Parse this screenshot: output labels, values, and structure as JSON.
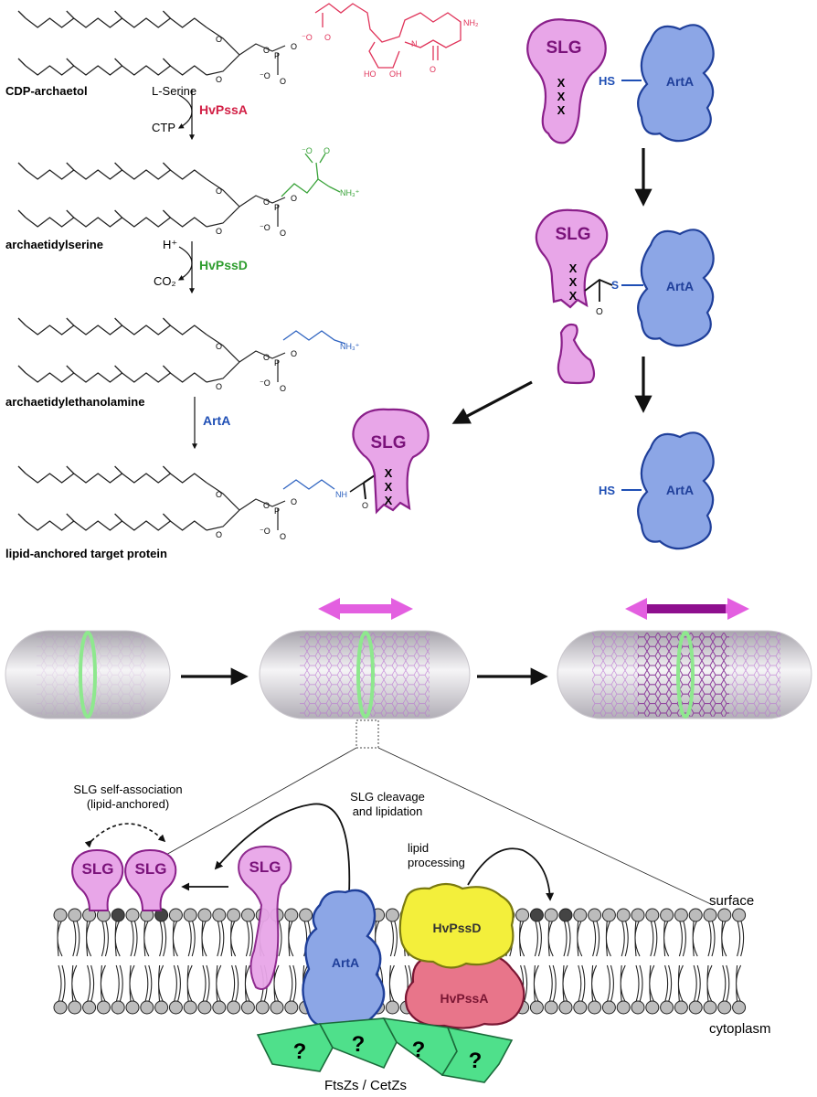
{
  "pathway": {
    "compounds": [
      "CDP-archaetol",
      "archaetidylserine",
      "archaetidylethanolamine",
      "lipid-anchored target protein"
    ],
    "steps": [
      {
        "substrate": "L-Serine",
        "byproduct": "CTP",
        "enzyme": "HvPssA",
        "color": "#d21f45"
      },
      {
        "substrate": "H⁺",
        "byproduct": "CO₂",
        "enzyme": "HvPssD",
        "color": "#2e9d2e"
      },
      {
        "substrate": "",
        "byproduct": "",
        "enzyme": "ArtA",
        "color": "#1f4fb5"
      }
    ],
    "headgroups": {
      "serine_amine": "NH₃⁺",
      "ethanolamine_amine": "NH₃⁺",
      "amide": "NH",
      "cytidine_amine": "NH₂",
      "ho": "HO",
      "oh": "OH"
    }
  },
  "reaction": {
    "slg": "SLG",
    "arta": "ArtA",
    "thiol": "HS",
    "thioester_s": "S",
    "motif": "XXX"
  },
  "cells": {
    "count": 3
  },
  "membrane": {
    "labels": {
      "self_association_1": "SLG self-association",
      "self_association_2": "(lipid-anchored)",
      "cleavage_1": "SLG cleavage",
      "cleavage_2": "and lipidation",
      "lipid_1": "lipid",
      "lipid_2": "processing",
      "surface": "surface",
      "cytoplasm": "cytoplasm",
      "filaments": "FtsZs / CetZs"
    },
    "proteins": {
      "slg": "SLG",
      "arta": "ArtA",
      "pssd": "HvPssD",
      "pssa": "HvPssA"
    },
    "question": "?",
    "colors": {
      "slg": "#e7a6e7",
      "arta": "#8ca6e6",
      "pssd": "#f3ef3b",
      "pssa": "#e8758a",
      "ftsz": "#4fe08b"
    }
  }
}
